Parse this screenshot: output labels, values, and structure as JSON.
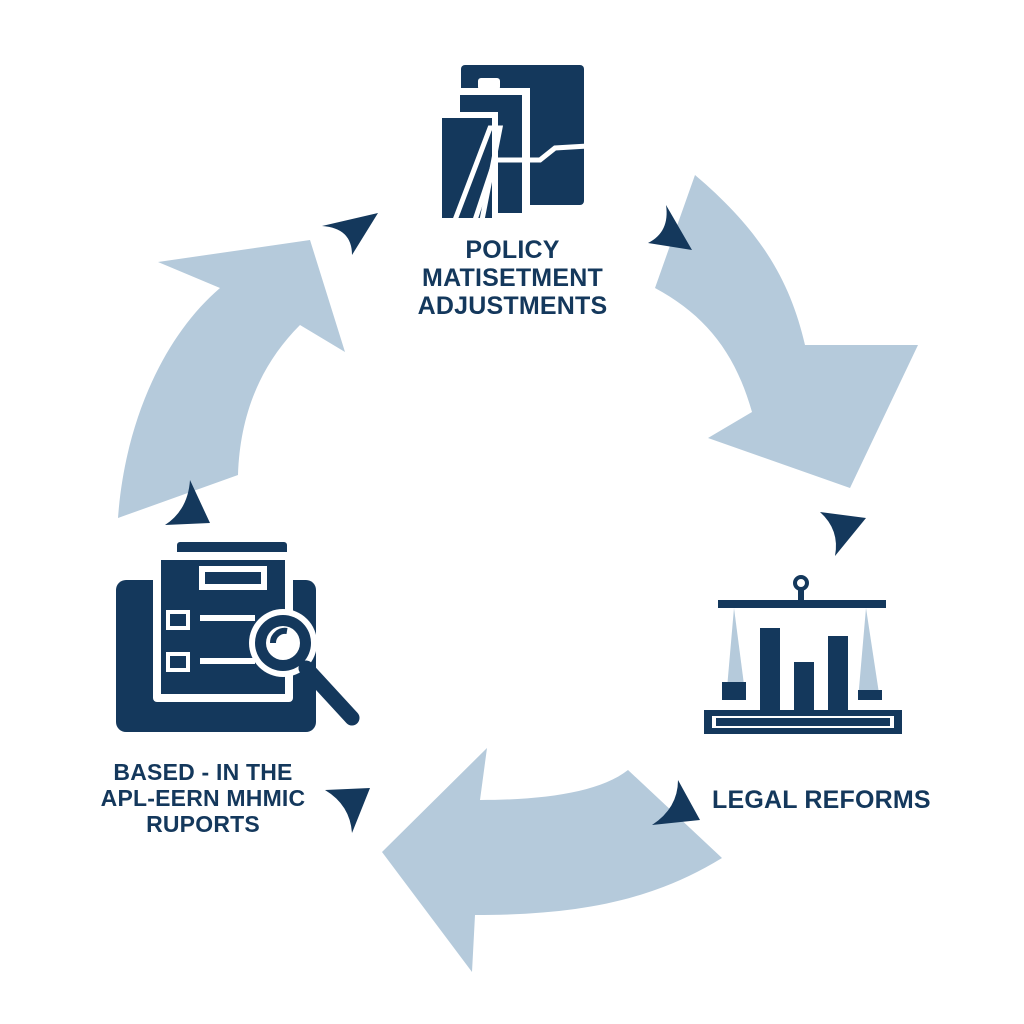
{
  "diagram": {
    "type": "cycle",
    "colors": {
      "dark": "#14385c",
      "arrow_fill": "#b5cadb",
      "background": "#ffffff"
    },
    "steps": [
      {
        "icon": "document-chart-icon",
        "lines": [
          "POLICY",
          "MATISETMENT",
          "ADJUSTMENTS"
        ]
      },
      {
        "icon": "scale-bar-chart-icon",
        "lines": [
          "LEGAL REFORMS"
        ]
      },
      {
        "icon": "report-magnifier-icon",
        "lines": [
          "BASED - IN THE",
          "APL-EERN MHMIC",
          "RUPORTS"
        ]
      }
    ]
  }
}
